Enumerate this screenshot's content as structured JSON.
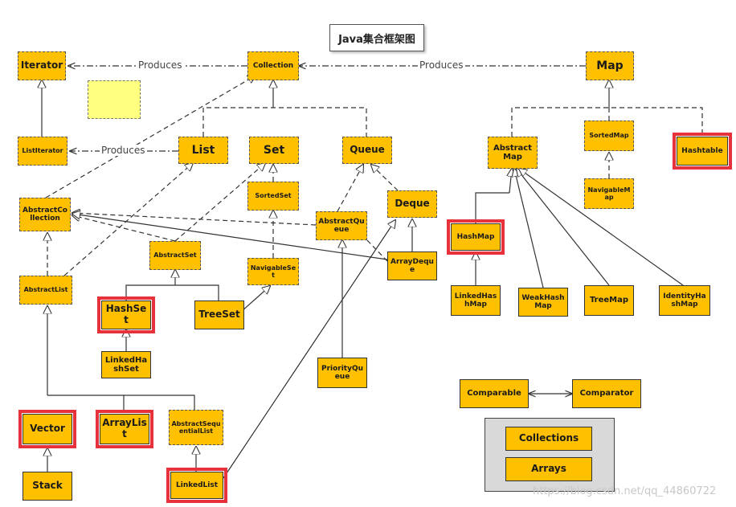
{
  "title": "Java集合框架图",
  "edge_labels": {
    "produces_1": "Produces",
    "produces_2": "Produces",
    "produces_3": "Produces"
  },
  "nodes": {
    "iterator": "Iterator",
    "collection": "Collection",
    "map": "Map",
    "list_iterator": "ListIterator",
    "list": "List",
    "set": "Set",
    "queue": "Queue",
    "abstract_map": "AbstractMap",
    "sorted_map": "SortedMap",
    "hashtable": "Hashtable",
    "sorted_set": "SortedSet",
    "navigable_map": "NavigableMap",
    "abstract_collection": "AbstractCollection",
    "deque": "Deque",
    "abstract_queue": "AbstractQueue",
    "hash_map": "HashMap",
    "abstract_set": "AbstractSet",
    "navigable_set": "NavigableSet",
    "array_deque": "ArrayDeque",
    "abstract_list": "AbstractList",
    "hash_set": "HashSet",
    "tree_set": "TreeSet",
    "linked_hash_map": "LinkedHashMap",
    "weak_hash_map": "WeakHashMap",
    "tree_map": "TreeMap",
    "identity_hash_map": "IdentityHashMap",
    "linked_hash_set": "LinkedHashSet",
    "priority_queue": "PriorityQueue",
    "comparable": "Comparable",
    "comparator": "Comparator",
    "vector": "Vector",
    "array_list": "ArrayList",
    "abstract_sequential_list": "AbstractSequentialList",
    "collections": "Collections",
    "arrays": "Arrays",
    "stack": "Stack",
    "linked_list": "LinkedList"
  },
  "highlight_color": "#e8323b",
  "node_color": "#ffc000",
  "legend_color": "#ffff80",
  "watermark": "https://blog.csdn.net/qq_44860722"
}
